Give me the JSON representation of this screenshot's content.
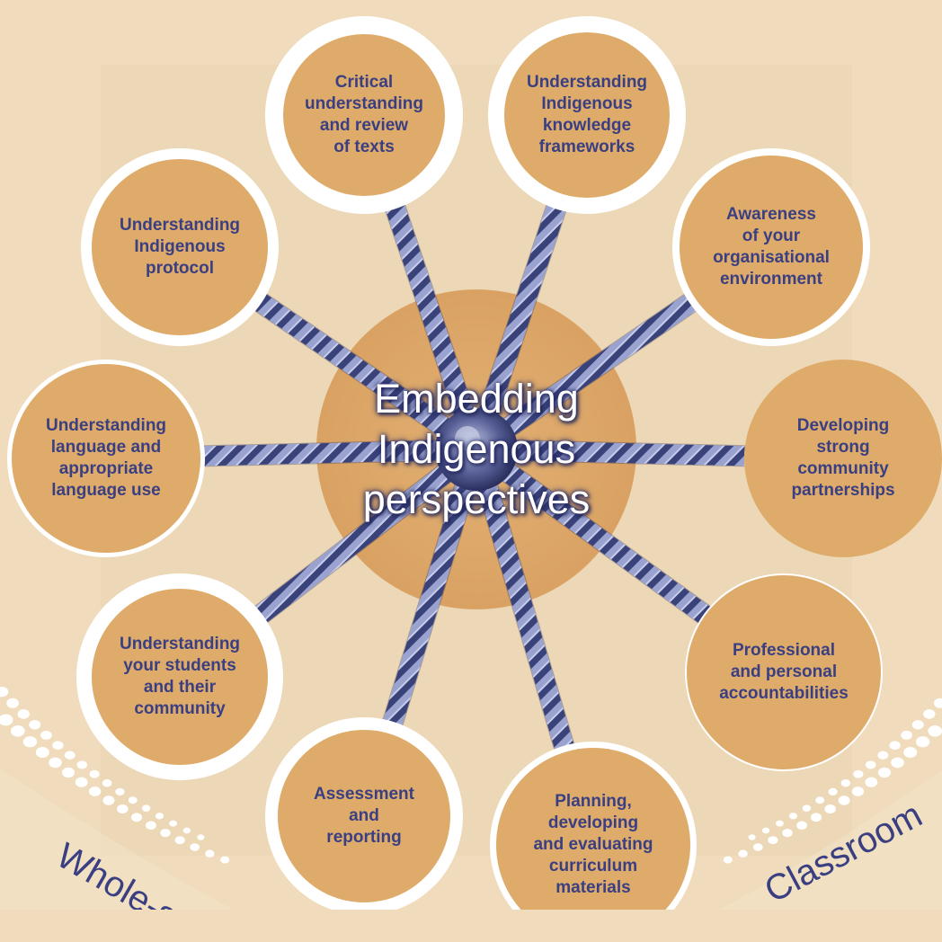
{
  "hub": {
    "label": "Embedding\nIndigenous\nperspectives"
  },
  "nodes": [
    {
      "id": "critical-understanding",
      "label": "Critical\nunderstanding\nand review\nof texts"
    },
    {
      "id": "knowledge-frameworks",
      "label": "Understanding\nIndigenous\nknowledge\nframeworks"
    },
    {
      "id": "organisational-environment",
      "label": "Awareness\nof your\norganisational\nenvironment"
    },
    {
      "id": "community-partnerships",
      "label": "Developing\nstrong\ncommunity\npartnerships"
    },
    {
      "id": "accountabilities",
      "label": "Professional\nand personal\naccountabilities"
    },
    {
      "id": "curriculum-materials",
      "label": "Planning,\ndeveloping\nand evaluating\ncurriculum\nmaterials"
    },
    {
      "id": "assessment-reporting",
      "label": "Assessment\nand\nreporting"
    },
    {
      "id": "students-community",
      "label": "Understanding\nyour students\nand their\ncommunity"
    },
    {
      "id": "language-use",
      "label": "Understanding\nlanguage and\nappropriate\nlanguage use"
    },
    {
      "id": "protocol",
      "label": "Understanding\nIndigenous\nprotocol"
    }
  ],
  "arc_labels": {
    "left": "Whole-school",
    "right": "Classroom"
  },
  "colors": {
    "background": "#f0dcbc",
    "panel": "#ecd7b6",
    "node_fill": "#dfab6a",
    "node_ring": "#ffffff",
    "hub_fill": "#dfab6a",
    "rope": "#3a427a",
    "rope_light": "#9aa3cf",
    "text": "#3a3f82",
    "dots": "#ffffff"
  }
}
